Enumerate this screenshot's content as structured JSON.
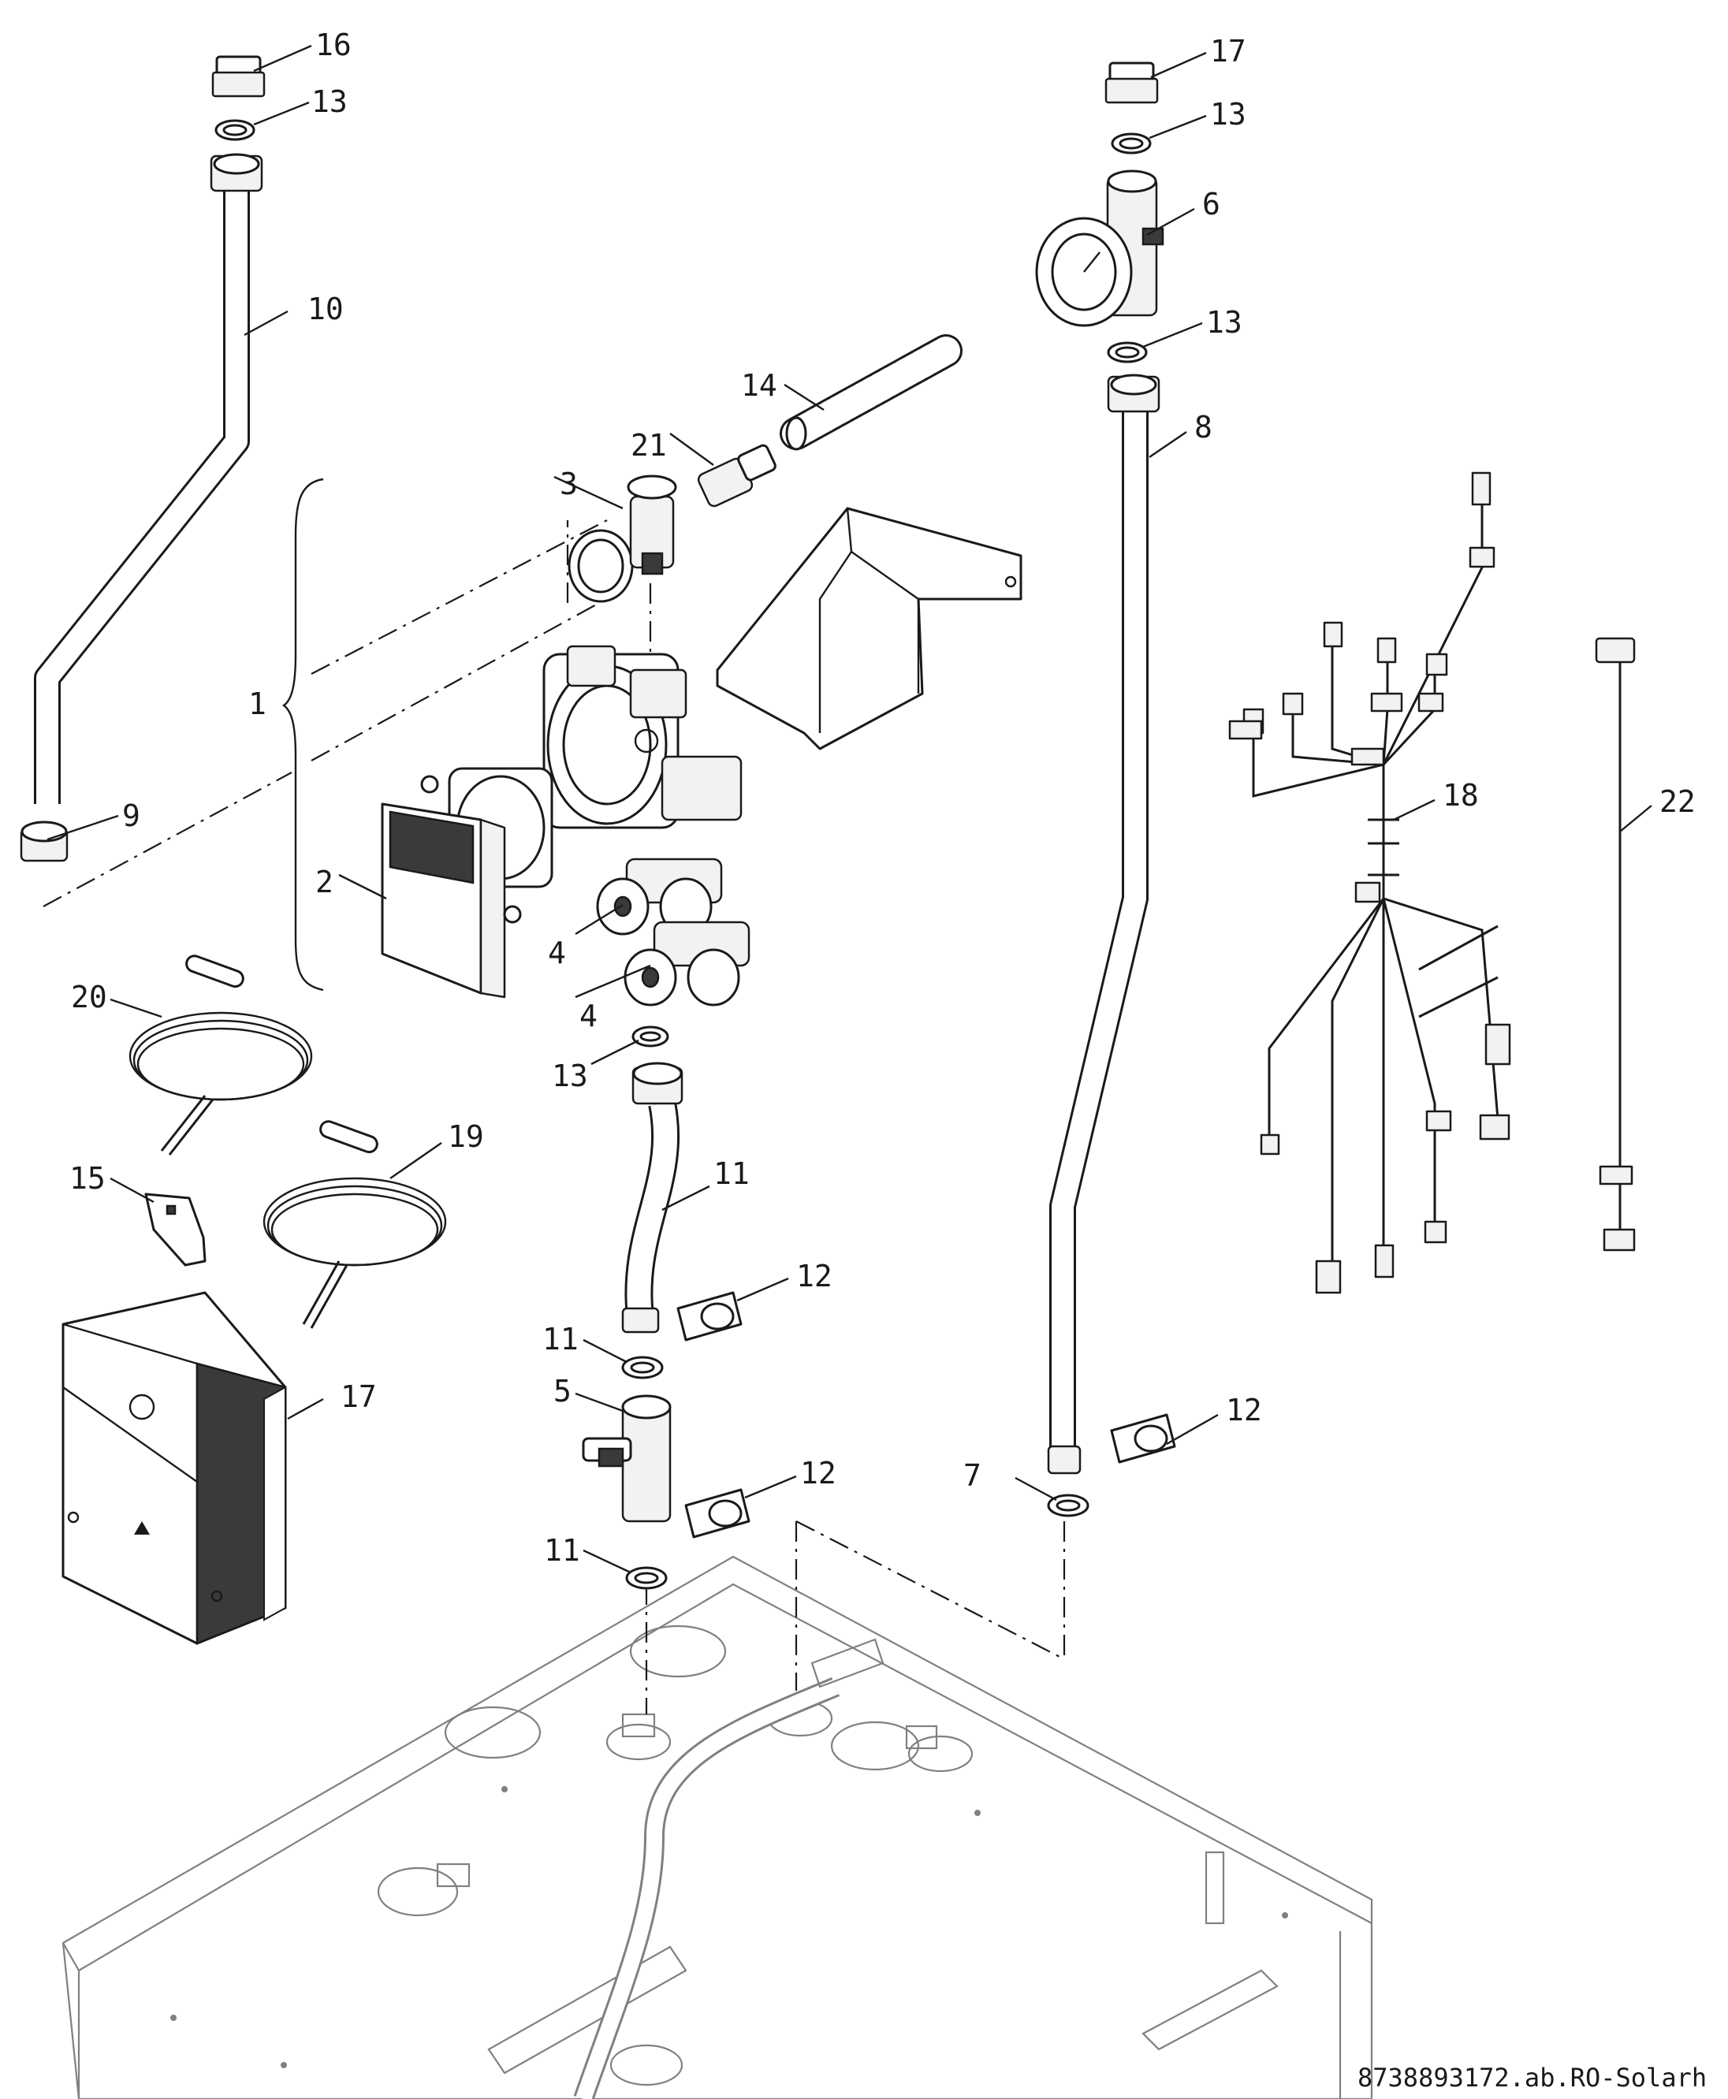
{
  "drawing_code": "8738893172.ab.RO-Solarh",
  "part_labels": [
    "1",
    "2",
    "3",
    "4",
    "4",
    "5",
    "6",
    "7",
    "8",
    "9",
    "10",
    "11",
    "11",
    "11",
    "12",
    "12",
    "12",
    "13",
    "13",
    "13",
    "13",
    "14",
    "15",
    "16",
    "17",
    "17",
    "18",
    "19",
    "20",
    "21",
    "22"
  ]
}
